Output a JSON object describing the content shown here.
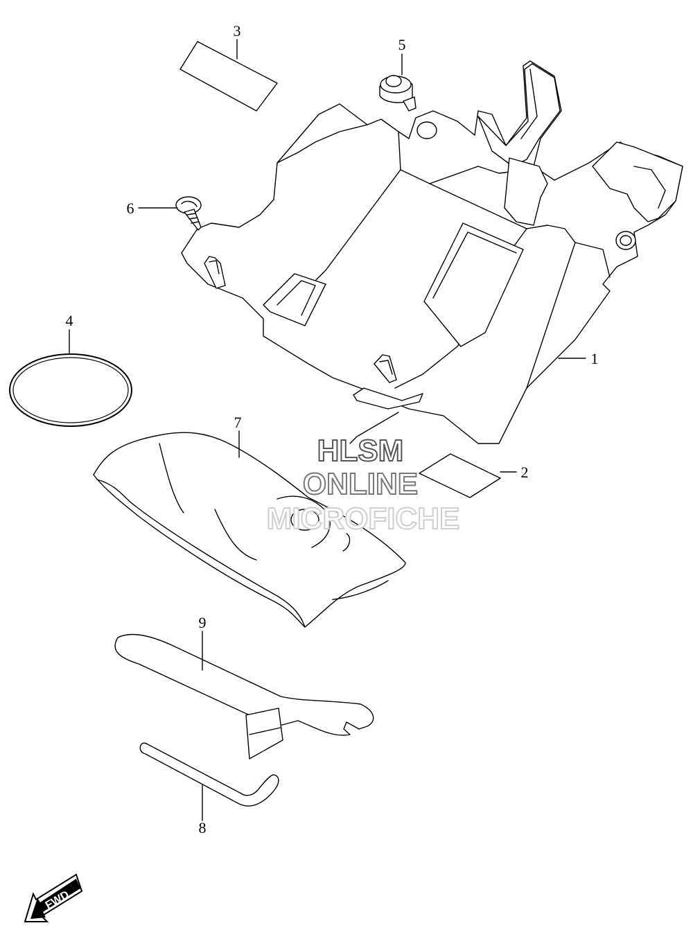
{
  "callouts": [
    {
      "number": "1",
      "part": "case"
    },
    {
      "number": "2",
      "part": "label"
    },
    {
      "number": "3",
      "part": "label"
    },
    {
      "number": "4",
      "part": "o-ring"
    },
    {
      "number": "5",
      "part": "bolt"
    },
    {
      "number": "6",
      "part": "screw"
    },
    {
      "number": "7",
      "part": "cover"
    },
    {
      "number": "8",
      "part": "hex-wrench"
    },
    {
      "number": "9",
      "part": "spanner"
    }
  ],
  "watermark": {
    "line1": "HLSM",
    "line2": "ONLINE",
    "line3": "MICROFICHE"
  },
  "fwd_label": "FWD",
  "colors": {
    "line": "#000000",
    "background": "#ffffff",
    "watermark_stroke": "#555555",
    "watermark_light": "#cfcfcf"
  }
}
